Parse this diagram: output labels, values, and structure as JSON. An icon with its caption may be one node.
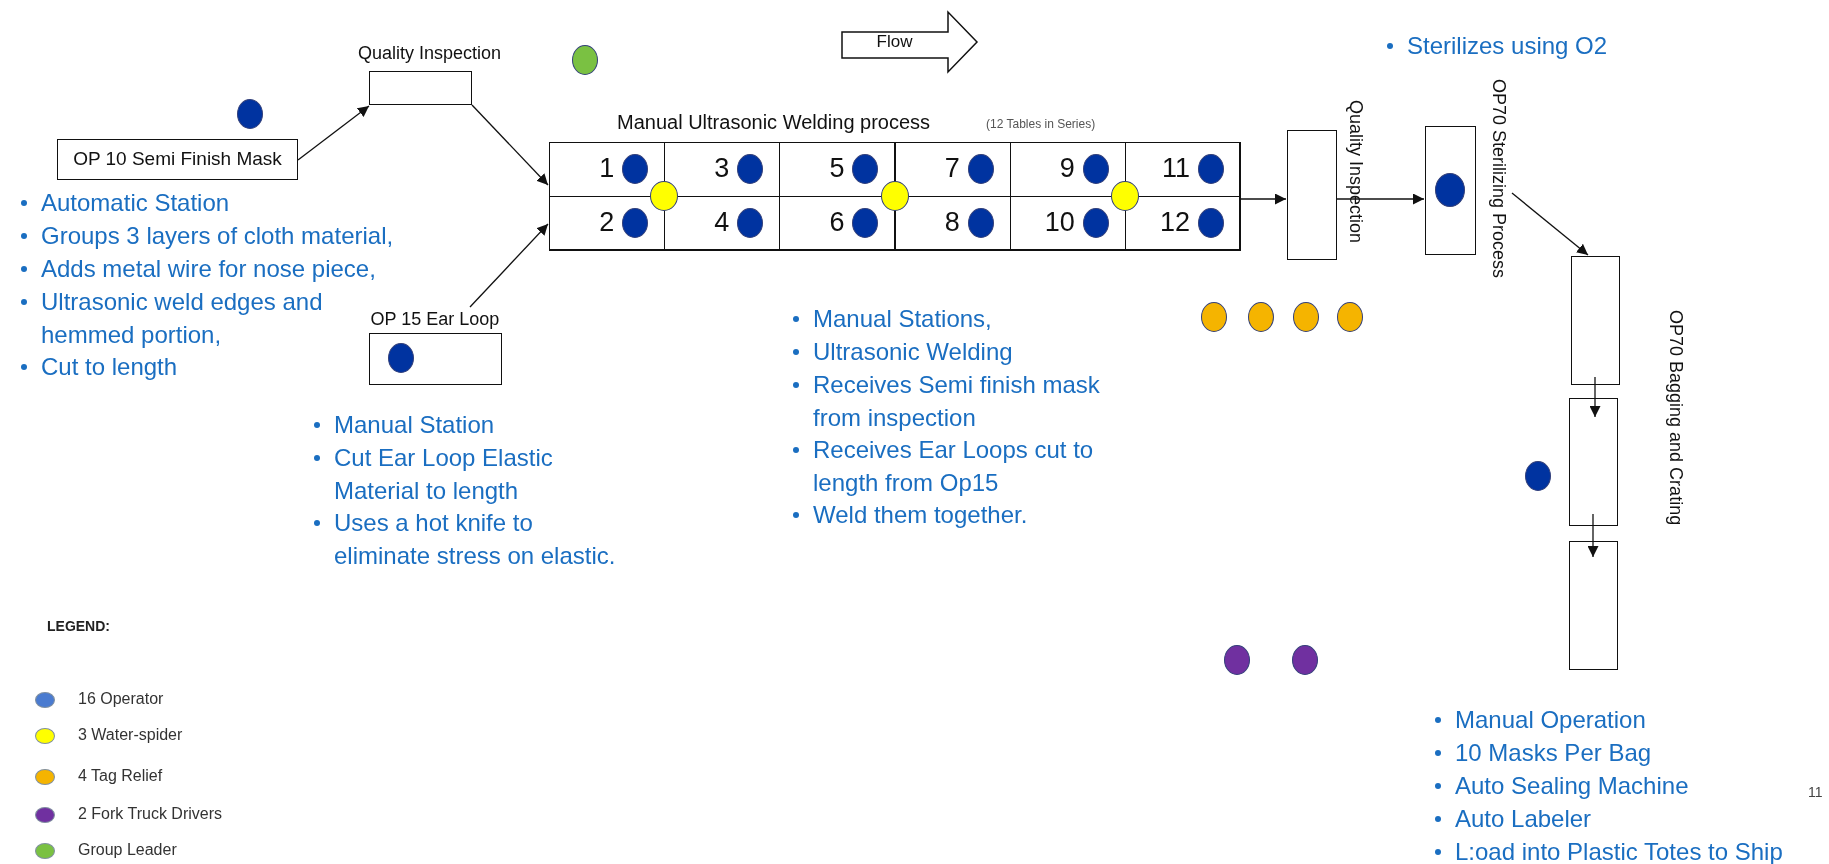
{
  "diagram": {
    "nodes": [
      {
        "text": [
          "OP 10 Semi Finish Mask"
        ]
      },
      {
        "text": [
          "Quality Inspection"
        ]
      },
      {
        "text": [
          "Flow"
        ]
      },
      {
        "text": [
          "Manual Ultrasonic Welding process",
          "(12 Tables in Series)"
        ]
      },
      {
        "text": [
          "1"
        ],
        "in": 3
      },
      {
        "text": [
          "3"
        ],
        "in": 3
      },
      {
        "text": [
          "5"
        ],
        "in": 3
      },
      {
        "text": [
          "7"
        ],
        "in": 3
      },
      {
        "text": [
          "9"
        ],
        "in": 3
      },
      {
        "text": [
          "11"
        ],
        "in": 3
      },
      {
        "text": [
          "2"
        ],
        "in": 3
      },
      {
        "text": [
          "4"
        ],
        "in": 3
      },
      {
        "text": [
          "6"
        ],
        "in": 3
      },
      {
        "text": [
          "8"
        ],
        "in": 3
      },
      {
        "text": [
          "10"
        ],
        "in": 3
      },
      {
        "text": [
          "12"
        ],
        "in": 3
      },
      {
        "text": [
          "OP 15 Ear Loop"
        ]
      },
      {
        "text": [
          "Quality Inspection"
        ]
      },
      {
        "text": [
          "OP70 Sterilizing Process"
        ]
      },
      {
        "text": [],
        "shape": "box"
      },
      {
        "text": [],
        "shape": "box"
      },
      {
        "text": [],
        "shape": "box"
      }
    ],
    "edges": [
      {
        "from": 0,
        "to": 1,
        "arrow": "to"
      },
      {
        "from": 1,
        "to": 3,
        "arrow": "to"
      },
      {
        "from": 16,
        "to": 3,
        "arrow": "to"
      },
      {
        "from": 3,
        "to": 17,
        "arrow": "to"
      },
      {
        "from": 17,
        "to": 18,
        "arrow": "to"
      },
      {
        "from": 18,
        "to": 19,
        "arrow": "to"
      },
      {
        "from": 19,
        "to": 20,
        "arrow": "to"
      },
      {
        "from": 20,
        "to": 21,
        "arrow": "to"
      }
    ],
    "labels": [
      "Sterilizes using O2",
      "Automatic Station",
      "Groups 3 layers of cloth material,",
      "Adds metal wire for nose piece,",
      "Ultrasonic weld edges and hemmed portion,",
      "Cut to length",
      "OP70 Bagging and Crating",
      "Manual Station",
      "Cut Ear Loop Elastic Material to length",
      "Uses a hot knife to eliminate stress on elastic.",
      "Manual Stations,",
      "Ultrasonic Welding",
      "Receives Semi finish mask from inspection",
      "Receives Ear Loops cut to length from Op15",
      "Weld them together.",
      "LEGEND:",
      "Manual Operation",
      "10 Masks Per Bag",
      "Auto Sealing Machine",
      "Auto Labeler",
      "L:oad into Plastic Totes to Ship",
      "11"
    ],
    "legend": [
      {
        "text": "16 Operator",
        "color": "#4a7bd0"
      },
      {
        "text": "3 Water-spider",
        "color": "#ffff00"
      },
      {
        "text": "4 Tag Relief",
        "color": "#f5b400"
      },
      {
        "text": "2 Fork Truck Drivers",
        "color": "#7030a0"
      },
      {
        "text": "Group Leader",
        "color": "#7ac142"
      }
    ]
  }
}
